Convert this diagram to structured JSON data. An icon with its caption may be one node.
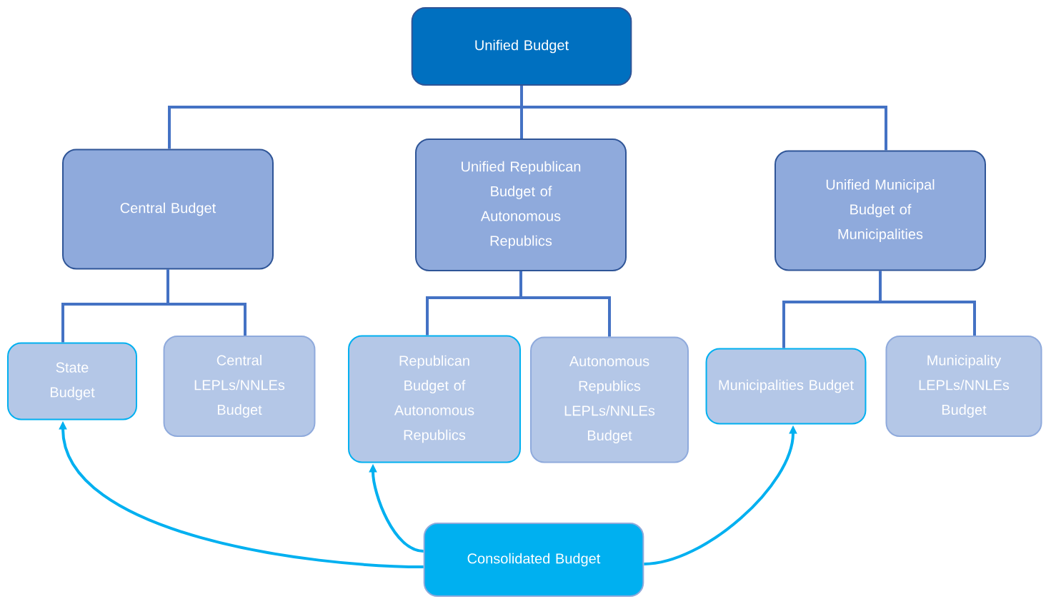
{
  "diagram": {
    "nodes": [
      {
        "text": [
          "Unified Budget"
        ]
      },
      {
        "text": [
          "Central Budget"
        ]
      },
      {
        "text": [
          "Unified Republican Budget of Autonomous Republics"
        ]
      },
      {
        "text": [
          "Unified Municipal Budget of Municipalities"
        ]
      },
      {
        "text": [
          "State Budget"
        ]
      },
      {
        "text": [
          "Central LEPLs/NNLEs Budget"
        ]
      },
      {
        "text": [
          "Republican Budget of Autonomous Republics"
        ]
      },
      {
        "text": [
          "Autonomous Republics LEPLs/NNLEs Budget"
        ]
      },
      {
        "text": [
          "Municipalities Budget"
        ]
      },
      {
        "text": [
          "Municipality LEPLs/NNLEs Budget"
        ]
      },
      {
        "text": [
          "Consolidated Budget"
        ]
      }
    ],
    "edges": [
      {
        "from": 0,
        "to": 1,
        "arrow": "none"
      },
      {
        "from": 0,
        "to": 2,
        "arrow": "none"
      },
      {
        "from": 0,
        "to": 3,
        "arrow": "none"
      },
      {
        "from": 1,
        "to": 4,
        "arrow": "none"
      },
      {
        "from": 1,
        "to": 5,
        "arrow": "none"
      },
      {
        "from": 2,
        "to": 6,
        "arrow": "none"
      },
      {
        "from": 2,
        "to": 7,
        "arrow": "none"
      },
      {
        "from": 3,
        "to": 8,
        "arrow": "none"
      },
      {
        "from": 3,
        "to": 9,
        "arrow": "none"
      },
      {
        "from": 10,
        "to": 4,
        "arrow": "to",
        "color": "#00b0f0"
      },
      {
        "from": 10,
        "to": 6,
        "arrow": "to",
        "color": "#00b0f0"
      },
      {
        "from": 10,
        "to": 8,
        "arrow": "to",
        "color": "#00b0f0"
      }
    ]
  }
}
